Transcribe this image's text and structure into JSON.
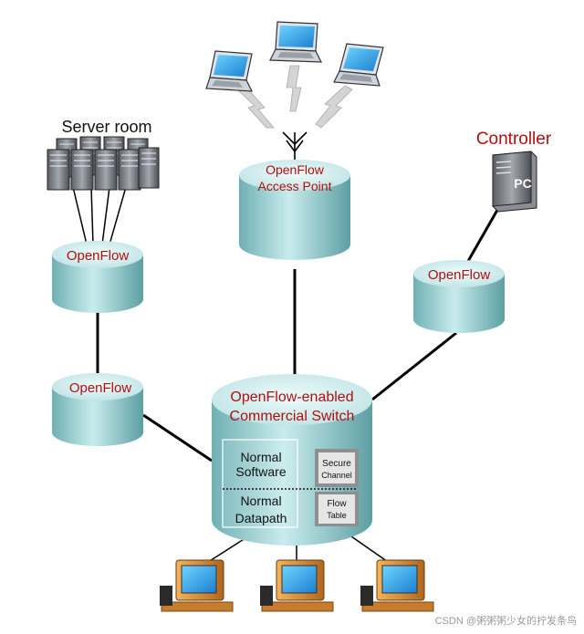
{
  "labels": {
    "server_room": "Server room",
    "controller": "Controller",
    "pc": "PC",
    "access_point_line1": "OpenFlow",
    "access_point_line2": "Access Point",
    "openflow_server": "OpenFlow",
    "openflow_left": "OpenFlow",
    "openflow_right": "OpenFlow",
    "switch_line1": "OpenFlow-enabled",
    "switch_line2": "Commercial Switch",
    "normal_software_1": "Normal",
    "normal_software_2": "Software",
    "normal_datapath_1": "Normal",
    "normal_datapath_2": "Datapath",
    "secure_channel_1": "Secure",
    "secure_channel_2": "Channel",
    "flow_table_1": "Flow",
    "flow_table_2": "Table"
  },
  "watermark": "CSDN @粥粥粥少女的拧发条鸟",
  "colors": {
    "cylinder_top": "#cfeff0",
    "cylinder_body": "#7ebcbf",
    "label_red": "#b01010",
    "line": "#000000"
  }
}
